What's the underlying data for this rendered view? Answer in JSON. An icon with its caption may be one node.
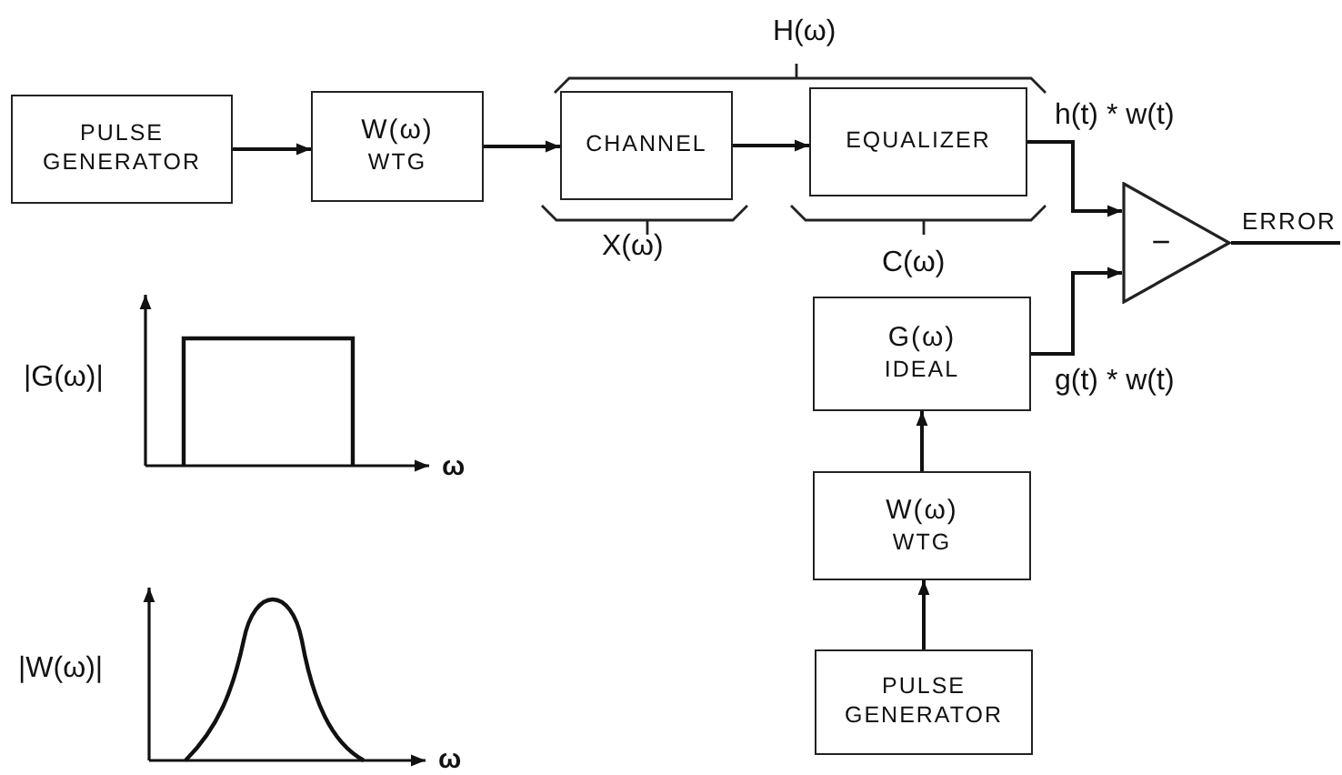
{
  "diagram": {
    "nodes": [
      {
        "text": [
          "PULSE GENERATOR"
        ]
      },
      {
        "text": [
          "W(ω)",
          "WTG"
        ]
      },
      {
        "text": [
          "CHANNEL"
        ]
      },
      {
        "text": [
          "EQUALIZER"
        ]
      },
      {
        "text": [
          "−"
        ]
      },
      {
        "text": [
          "G(ω)",
          "IDEAL"
        ]
      },
      {
        "text": [
          "W(ω)",
          "WTG"
        ]
      },
      {
        "text": [
          "PULSE GENERATOR"
        ]
      }
    ],
    "edges": [
      {
        "from": 0,
        "to": 1,
        "arrow": "to"
      },
      {
        "from": 1,
        "to": 2,
        "arrow": "to"
      },
      {
        "from": 2,
        "to": 3,
        "arrow": "to"
      },
      {
        "from": 3,
        "to": 4,
        "arrow": "to",
        "label": "h(t) * w(t)"
      },
      {
        "from": 5,
        "to": 4,
        "arrow": "to",
        "label": "g(t) * w(t)"
      },
      {
        "from": 6,
        "to": 5,
        "arrow": "to"
      },
      {
        "from": 7,
        "to": 6,
        "arrow": "to"
      },
      {
        "from": 4,
        "to": null,
        "arrow": "none",
        "label": "ERROR"
      }
    ],
    "labels": [
      "H(ω)",
      "X(ω)",
      "C(ω)",
      "|G(ω)|",
      "ω",
      "|W(ω)|",
      "ω"
    ]
  }
}
